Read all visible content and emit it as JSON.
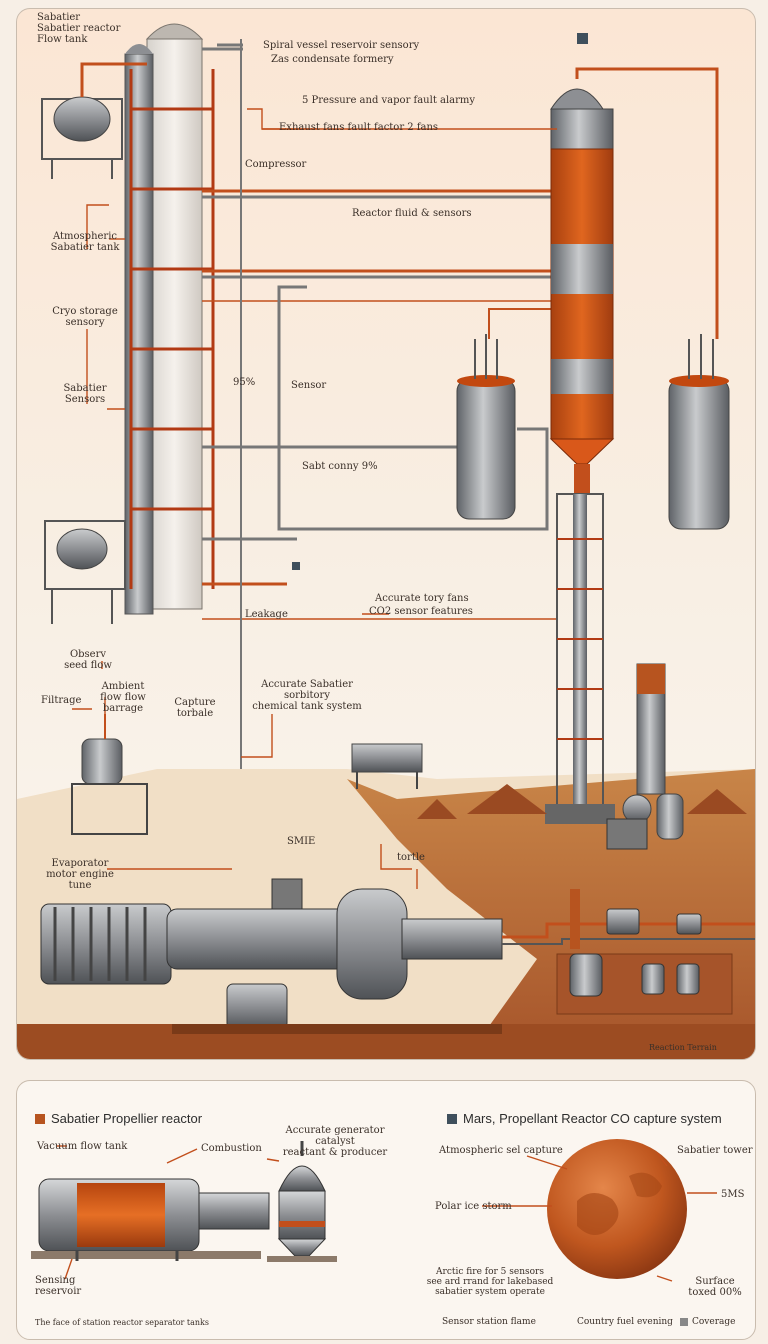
{
  "top_panel": {
    "labels": {
      "top_left": "Sabatier\nSabatier reactor\nFlow tank",
      "top_right_1": "Spiral vessel reservoir sensory",
      "top_right_2": "Zas condensate formery",
      "arrow_1": "5 Pressure and vapor fault alarmy",
      "arrow_2": "Exhaust fans fault factor 2 fans",
      "compressor": "Compressor",
      "mid_pipe": "Reactor fluid & sensors",
      "left_1": "Atmospheric\nSabatier tank",
      "left_2": "Cryo storage\nsensory",
      "left_3": "Sabatier\nSensors",
      "sens_95": "95%",
      "sensor": "Sensor",
      "sabt": "Sabt conny 9%",
      "co2_top": "Accurate tory fans",
      "co2_bottom": "CO2 sensor features",
      "leakage": "Leakage",
      "obs": "Observ\nseed flow",
      "filt": "Filtrage",
      "amb": "Ambient\nflow flow\nbarrage",
      "cap": "Capture\ntorbale",
      "acc": "Accurate Sabatier sorbitory\nchemical tank system",
      "smie": "SMIE",
      "bleed": "tortle",
      "evap": "Evaporator\nmotor engine tune",
      "footer": "Reaction Terrain"
    }
  },
  "bottom_panel": {
    "left": {
      "title": "Sabatier Propellier reactor",
      "flow_tank": "Vacuum flow tank",
      "combustion": "Combustion",
      "sorbent": "Accurate generator catalyst\nreactant & producer",
      "sensing": "Sensing\nreservoir",
      "caption": "The face of station reactor separator tanks"
    },
    "right": {
      "title": "Mars, Propellant Reactor CO capture system",
      "atm": "Atmospheric sel capture",
      "sabat": "Sabatier tower",
      "polar": "Polar ice storm",
      "s5ms": "5MS",
      "arctic": "Arctic fire for 5 sensors\nsee ard rrand for lakebased\nsabatier system operate",
      "surface": "Surface\ntoxed 00%",
      "bucket": "Sensor station flame",
      "country": "Country fuel evening",
      "coverage": "Coverage"
    }
  },
  "colors": {
    "pipe": "#c24f1c",
    "steel": "#8d8f93",
    "steel_dark": "#55585c",
    "mars": "#b7541f",
    "ground": "#a6542a",
    "accent_icon": "#3f4f5c"
  }
}
